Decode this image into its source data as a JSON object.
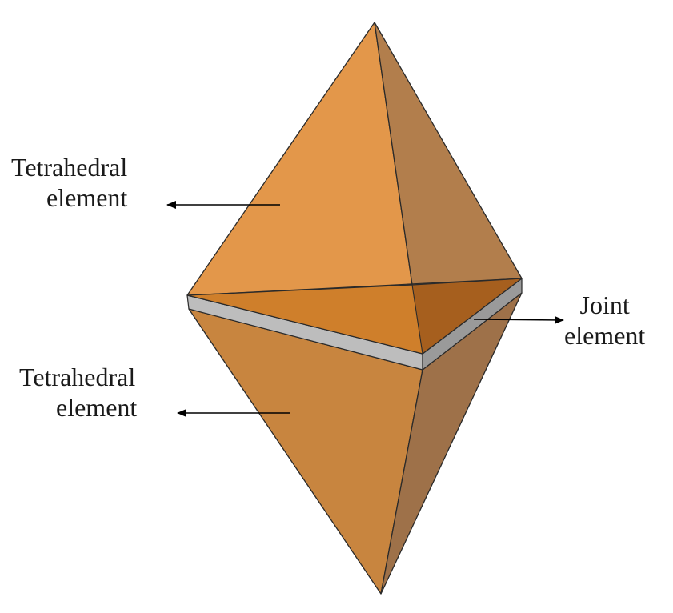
{
  "labels": {
    "upper_tetrahedron": {
      "line1": "Tetrahedral",
      "line2": "element"
    },
    "lower_tetrahedron": {
      "line1": "Tetrahedral",
      "line2": "element"
    },
    "joint": {
      "line1": "Joint",
      "line2": "element"
    }
  },
  "colors": {
    "upper_left_face": "#E29444",
    "upper_right_face": "#B07A46",
    "upper_bottom_face": "#CF7F2B",
    "upper_bottom_face_right": "#A65F1E",
    "lower_left_face": "#C8853F",
    "lower_right_face": "#9E7149",
    "joint_front": "#BDBDBD",
    "joint_side": "#9A9A9A",
    "edge": "#2a2a2a",
    "arrow": "#000000"
  }
}
